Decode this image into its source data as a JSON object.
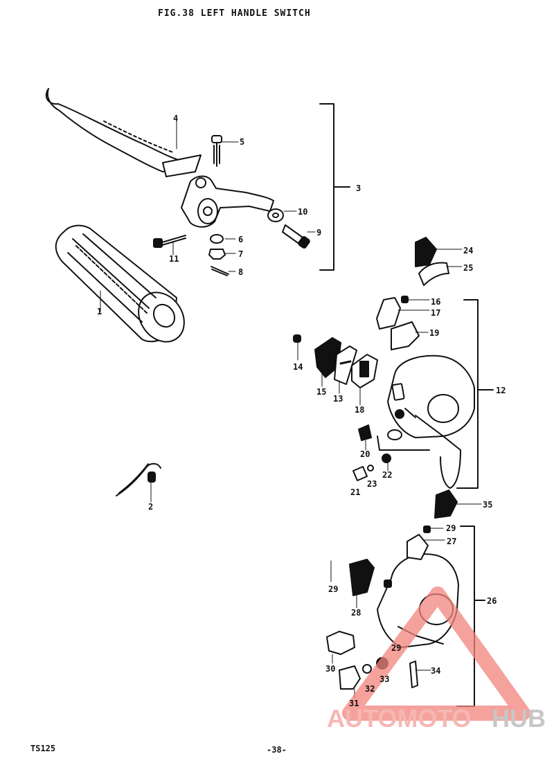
{
  "title": "FIG.38  LEFT HANDLE SWITCH",
  "footer": {
    "model": "TS125",
    "page": "-38-"
  },
  "callouts": [
    "1",
    "2",
    "3",
    "4",
    "5",
    "6",
    "7",
    "8",
    "9",
    "10",
    "11",
    "12",
    "13",
    "14",
    "15",
    "16",
    "17",
    "18",
    "19",
    "20",
    "21",
    "22",
    "23",
    "24",
    "25",
    "26",
    "27",
    "28",
    "29",
    "29",
    "29",
    "30",
    "31",
    "32",
    "33",
    "34",
    "35"
  ],
  "watermark": {
    "part1": "AUTOMOTO",
    "part2": "HUB",
    "color_primary": "#f4a09a",
    "color_secondary": "#b5b5b5",
    "triangle_color": "#f2847d"
  },
  "colors": {
    "ink": "#111111",
    "background": "#ffffff"
  }
}
